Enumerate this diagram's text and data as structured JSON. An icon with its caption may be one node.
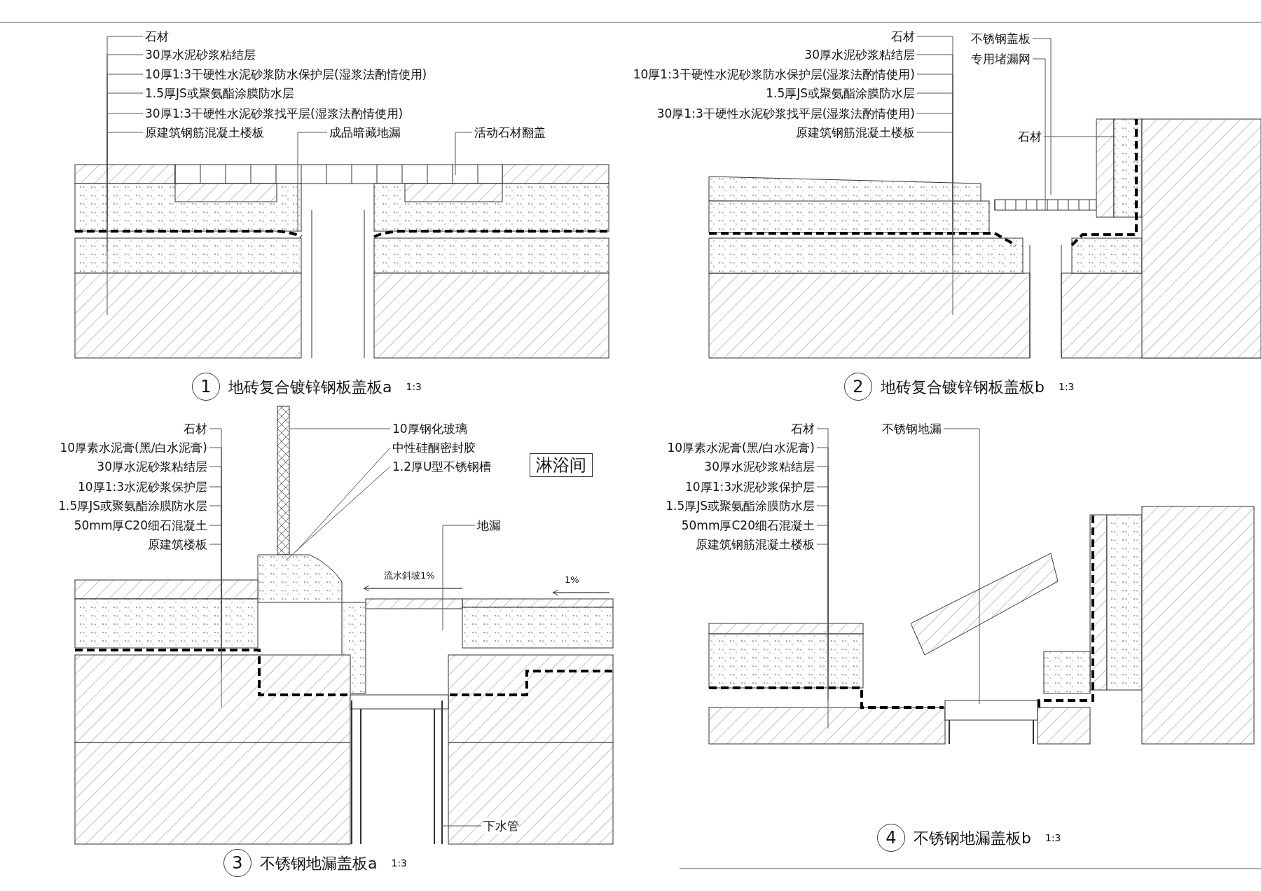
{
  "diagram": {
    "nodes": [
      {
        "text": [
          "石材"
        ]
      },
      {
        "text": [
          "30厚水泥砂浆粘结层"
        ]
      },
      {
        "text": [
          "10厚1:3干硬性水泥砂浆防水保护层(湿浆法酌情使用)"
        ]
      },
      {
        "text": [
          "1.5厚JS或聚氨酯涂膜防水层"
        ]
      },
      {
        "text": [
          "30厚1:3干硬性水泥砂浆找平层(湿浆法酌情使用)"
        ]
      },
      {
        "text": [
          "原建筑钢筋混凝土楼板"
        ]
      },
      {
        "text": [
          "成品暗藏地漏"
        ]
      },
      {
        "text": [
          "活动石材翻盖"
        ]
      },
      {
        "text": [
          "1"
        ],
        "beside": [
          "地砖复合镀锌钢板盖板a",
          "1:3"
        ]
      },
      {
        "text": [
          "石材"
        ]
      },
      {
        "text": [
          "30厚水泥砂浆粘结层"
        ]
      },
      {
        "text": [
          "10厚1:3干硬性水泥砂浆防水保护层(湿浆法酌情使用)"
        ]
      },
      {
        "text": [
          "1.5厚JS或聚氨酯涂膜防水层"
        ]
      },
      {
        "text": [
          "30厚1:3干硬性水泥砂浆找平层(湿浆法酌情使用)"
        ]
      },
      {
        "text": [
          "原建筑钢筋混凝土楼板"
        ]
      },
      {
        "text": [
          "不锈钢盖板"
        ]
      },
      {
        "text": [
          "专用堵漏网"
        ]
      },
      {
        "text": [
          "石材"
        ]
      },
      {
        "text": [
          "2"
        ],
        "beside": [
          "地砖复合镀锌钢板盖板b",
          "1:3"
        ]
      },
      {
        "text": [
          "石材"
        ]
      },
      {
        "text": [
          "10厚素水泥膏(黑/白水泥膏)"
        ]
      },
      {
        "text": [
          "30厚水泥砂浆粘结层"
        ]
      },
      {
        "text": [
          "10厚1:3水泥砂浆保护层"
        ]
      },
      {
        "text": [
          "1.5厚JS或聚氨酯涂膜防水层"
        ]
      },
      {
        "text": [
          "50mm厚C20细石混凝土"
        ]
      },
      {
        "text": [
          "原建筑楼板"
        ]
      },
      {
        "text": [
          "10厚钢化玻璃"
        ]
      },
      {
        "text": [
          "中性硅酮密封胶"
        ]
      },
      {
        "text": [
          "1.2厚U型不锈钢槽"
        ]
      },
      {
        "text": [
          "淋浴间"
        ]
      },
      {
        "text": [
          "地漏"
        ]
      },
      {
        "text": [
          "下水管"
        ]
      },
      {
        "text": [
          "3"
        ],
        "beside": [
          "不锈钢地漏盖板a",
          "1:3"
        ]
      },
      {
        "text": [
          "石材"
        ]
      },
      {
        "text": [
          "10厚素水泥膏(黑/白水泥膏)"
        ]
      },
      {
        "text": [
          "30厚水泥砂浆粘结层"
        ]
      },
      {
        "text": [
          "10厚1:3水泥砂浆保护层"
        ]
      },
      {
        "text": [
          "1.5厚JS或聚氨酯涂膜防水层"
        ]
      },
      {
        "text": [
          "50mm厚C20细石混凝土"
        ]
      },
      {
        "text": [
          "原建筑钢筋混凝土楼板"
        ]
      },
      {
        "text": [
          "不锈钢地漏"
        ]
      },
      {
        "text": [
          "4"
        ],
        "beside": [
          "不锈钢地漏盖板b",
          "1:3"
        ]
      }
    ],
    "edges": [
      {
        "from": 0,
        "to": null,
        "arrow": "none"
      },
      {
        "from": 1,
        "to": null,
        "arrow": "none"
      },
      {
        "from": 2,
        "to": null,
        "arrow": "none"
      },
      {
        "from": 3,
        "to": null,
        "arrow": "none"
      },
      {
        "from": 4,
        "to": null,
        "arrow": "none"
      },
      {
        "from": 5,
        "to": null,
        "arrow": "none"
      },
      {
        "from": 6,
        "to": null,
        "arrow": "none"
      },
      {
        "from": 7,
        "to": null,
        "arrow": "none"
      },
      {
        "from": 9,
        "to": null,
        "arrow": "none"
      },
      {
        "from": 10,
        "to": null,
        "arrow": "none"
      },
      {
        "from": 11,
        "to": null,
        "arrow": "none"
      },
      {
        "from": 12,
        "to": null,
        "arrow": "none"
      },
      {
        "from": 13,
        "to": null,
        "arrow": "none"
      },
      {
        "from": 14,
        "to": null,
        "arrow": "none"
      },
      {
        "from": 15,
        "to": null,
        "arrow": "none"
      },
      {
        "from": 16,
        "to": null,
        "arrow": "none"
      },
      {
        "from": 17,
        "to": null,
        "arrow": "none"
      },
      {
        "from": 19,
        "to": null,
        "arrow": "none"
      },
      {
        "from": 20,
        "to": null,
        "arrow": "none"
      },
      {
        "from": 21,
        "to": null,
        "arrow": "none"
      },
      {
        "from": 22,
        "to": null,
        "arrow": "none"
      },
      {
        "from": 23,
        "to": null,
        "arrow": "none"
      },
      {
        "from": 24,
        "to": null,
        "arrow": "none"
      },
      {
        "from": 25,
        "to": null,
        "arrow": "none"
      },
      {
        "from": 26,
        "to": null,
        "arrow": "none"
      },
      {
        "from": 27,
        "to": null,
        "arrow": "none"
      },
      {
        "from": 28,
        "to": null,
        "arrow": "none"
      },
      {
        "from": 30,
        "to": null,
        "arrow": "none"
      },
      {
        "from": 31,
        "to": null,
        "arrow": "none"
      },
      {
        "from": 33,
        "to": null,
        "arrow": "none"
      },
      {
        "from": 34,
        "to": null,
        "arrow": "none"
      },
      {
        "from": 35,
        "to": null,
        "arrow": "none"
      },
      {
        "from": 36,
        "to": null,
        "arrow": "none"
      },
      {
        "from": 37,
        "to": null,
        "arrow": "none"
      },
      {
        "from": 38,
        "to": null,
        "arrow": "none"
      },
      {
        "from": 39,
        "to": null,
        "arrow": "none"
      },
      {
        "from": 40,
        "to": null,
        "arrow": "none"
      }
    ],
    "labels": [
      "流水斜坡1%",
      "1%"
    ]
  }
}
